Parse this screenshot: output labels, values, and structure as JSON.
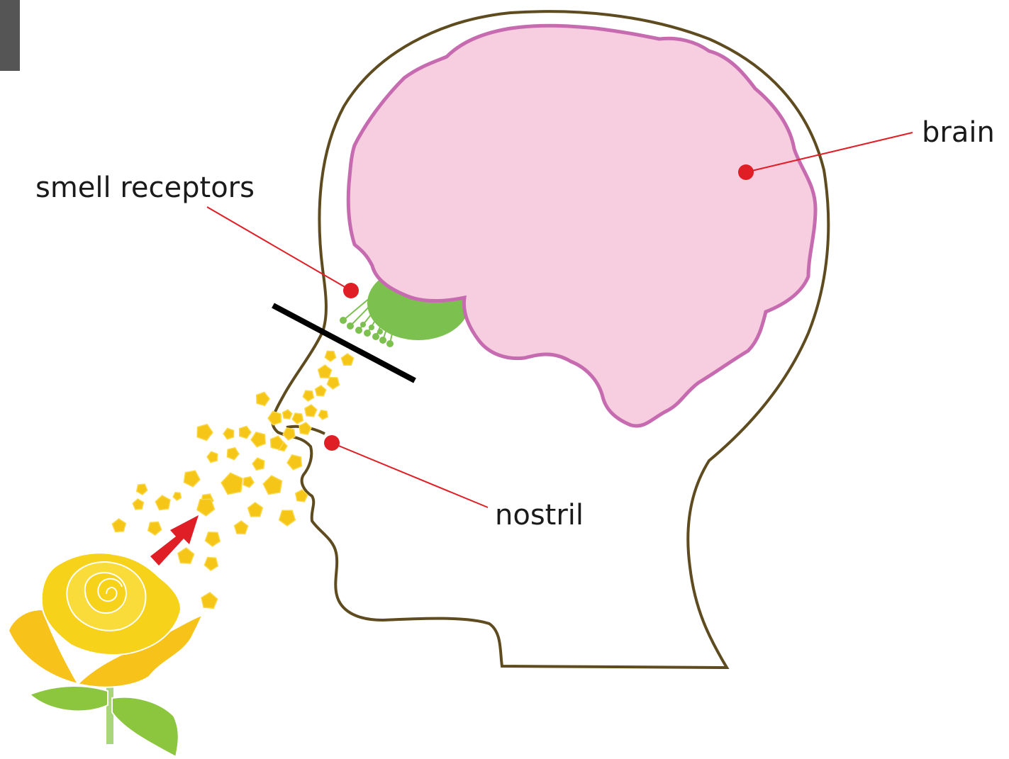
{
  "labels": {
    "brain": "brain",
    "smell_receptors": "smell receptors",
    "nostril": "nostril"
  },
  "colors": {
    "head_outline": "#5e4b1f",
    "brain_fill": "#f7cde0",
    "brain_outline": "#c76bb0",
    "olfactory_bulb": "#7cc04f",
    "leader_line": "#e01e26",
    "marker_dot": "#e01e26",
    "scent_particles": "#f5c518",
    "arrow": "#e01e26",
    "rose_petals": "#f7d21a",
    "rose_leaves": "#8cc63f",
    "cribriform_plate": "#000000",
    "corner_tab": "#555555"
  },
  "icons": {
    "corner_tab": "dark-rectangle",
    "flower": "yellow-rose",
    "arrow": "red-arrow"
  }
}
